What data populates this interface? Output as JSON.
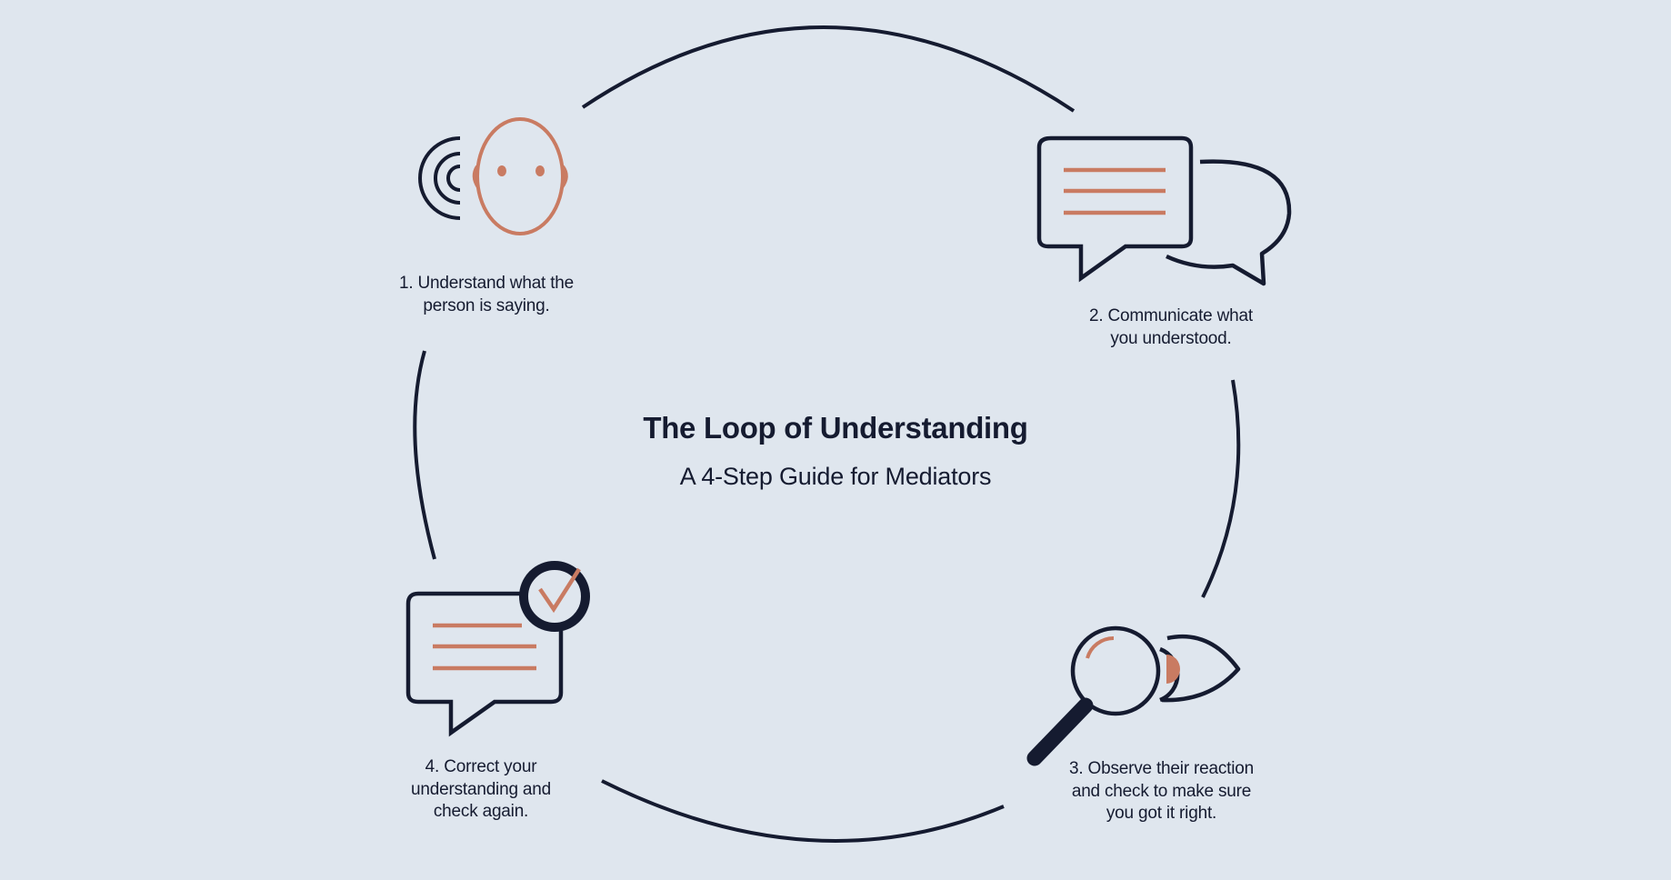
{
  "diagram": {
    "title": "The Loop of Understanding",
    "subtitle": "A 4-Step Guide for Mediators",
    "colors": {
      "background": "#dfe6ee",
      "ink": "#151b30",
      "accent": "#c97b62"
    },
    "steps": [
      {
        "icon": "listening-head-icon",
        "lines": [
          "1. Understand what the",
          "person is saying."
        ]
      },
      {
        "icon": "conversation-bubbles-icon",
        "lines": [
          "2. Communicate what",
          "you understood."
        ]
      },
      {
        "icon": "magnifier-eye-icon",
        "lines": [
          "3. Observe their reaction",
          "and check to make sure",
          "you got it right."
        ]
      },
      {
        "icon": "checked-speech-bubble-icon",
        "lines": [
          "4. Correct your",
          "understanding and",
          "check again."
        ]
      }
    ]
  }
}
